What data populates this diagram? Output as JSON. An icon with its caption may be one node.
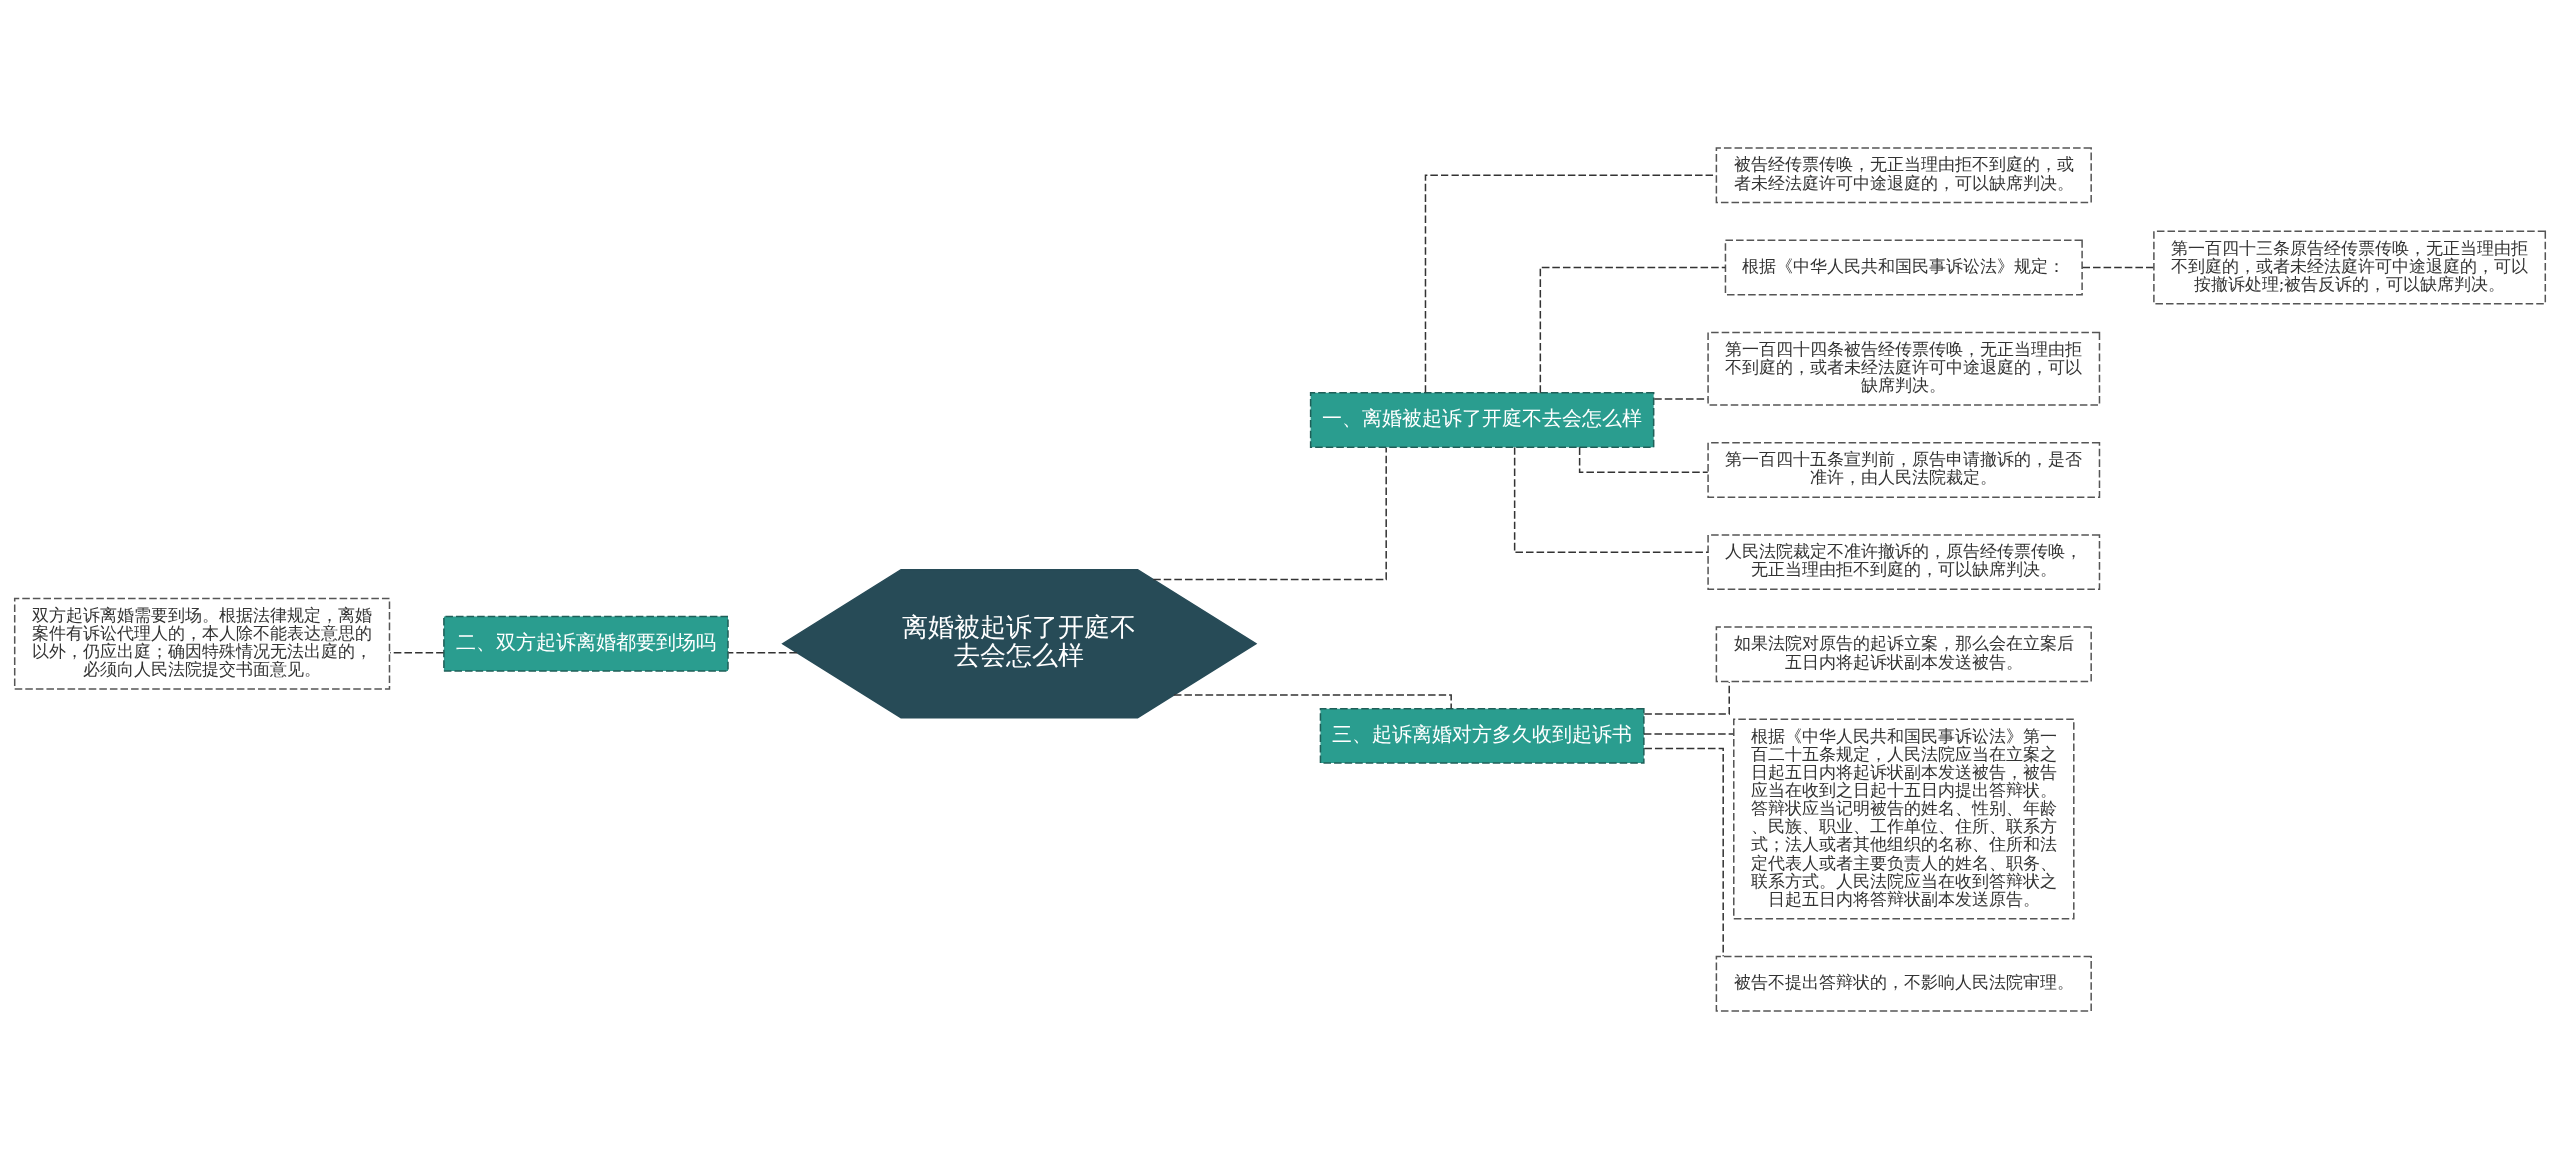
{
  "diagram": {
    "nodes": [
      {
        "text": [
          "离婚被起诉了开庭不去会怎么样"
        ]
      },
      {
        "text": [
          "二、双方起诉离婚都要到场吗"
        ]
      },
      {
        "text": [
          "双方起诉离婚需要到场。根据法律规定，离婚案件有诉讼代理人的，本人除不能表达意思的以外，仍应出庭；确因特殊情况无法出庭的，必须向人民法院提交书面意见。"
        ]
      },
      {
        "text": [
          "一、离婚被起诉了开庭不去会怎么样"
        ]
      },
      {
        "text": [
          "被告经传票传唤，无正当理由拒不到庭的，或者未经法庭许可中途退庭的，可以缺席判决。"
        ]
      },
      {
        "text": [
          "根据《中华人民共和国民事诉讼法》规定："
        ]
      },
      {
        "text": [
          "第一百四十三条原告经传票传唤，无正当理由拒不到庭的，或者未经法庭许可中途退庭的，可以按撤诉处理;被告反诉的，可以缺席判决。"
        ]
      },
      {
        "text": [
          "第一百四十四条被告经传票传唤，无正当理由拒不到庭的，或者未经法庭许可中途退庭的，可以缺席判决。"
        ]
      },
      {
        "text": [
          "第一百四十五条宣判前，原告申请撤诉的，是否准许，由人民法院裁定。"
        ]
      },
      {
        "text": [
          "人民法院裁定不准许撤诉的，原告经传票传唤，无正当理由拒不到庭的，可以缺席判决。"
        ]
      },
      {
        "text": [
          "三、起诉离婚对方多久收到起诉书"
        ]
      },
      {
        "text": [
          "如果法院对原告的起诉立案，那么会在立案后五日内将起诉状副本发送被告。"
        ]
      },
      {
        "text": [
          "根据《中华人民共和国民事诉讼法》第一百二十五条规定，人民法院应当在立案之日起五日内将起诉状副本发送被告，被告应当在收到之日起十五日内提出答辩状。答辩状应当记明被告的姓名、性别、年龄、民族、职业、工作单位、住所、联系方式；法人或者其他组织的名称、住所和法定代表人或者主要负责人的姓名、职务、联系方式。人民法院应当在收到答辩状之日起五日内将答辩状副本发送原告。"
        ]
      },
      {
        "text": [
          "被告不提出答辩状的，不影响人民法院审理。"
        ]
      }
    ],
    "edges": [
      {
        "from": 0,
        "to": 1,
        "arrow": "none"
      },
      {
        "from": 1,
        "to": 2,
        "arrow": "none"
      },
      {
        "from": 0,
        "to": 3,
        "arrow": "none"
      },
      {
        "from": 3,
        "to": 4,
        "arrow": "none"
      },
      {
        "from": 3,
        "to": 5,
        "arrow": "none"
      },
      {
        "from": 5,
        "to": 6,
        "arrow": "none"
      },
      {
        "from": 3,
        "to": 7,
        "arrow": "none"
      },
      {
        "from": 3,
        "to": 8,
        "arrow": "none"
      },
      {
        "from": 3,
        "to": 9,
        "arrow": "none"
      },
      {
        "from": 0,
        "to": 10,
        "arrow": "none"
      },
      {
        "from": 10,
        "to": 11,
        "arrow": "none"
      },
      {
        "from": 10,
        "to": 12,
        "arrow": "none"
      },
      {
        "from": 10,
        "to": 13,
        "arrow": "none"
      }
    ]
  }
}
